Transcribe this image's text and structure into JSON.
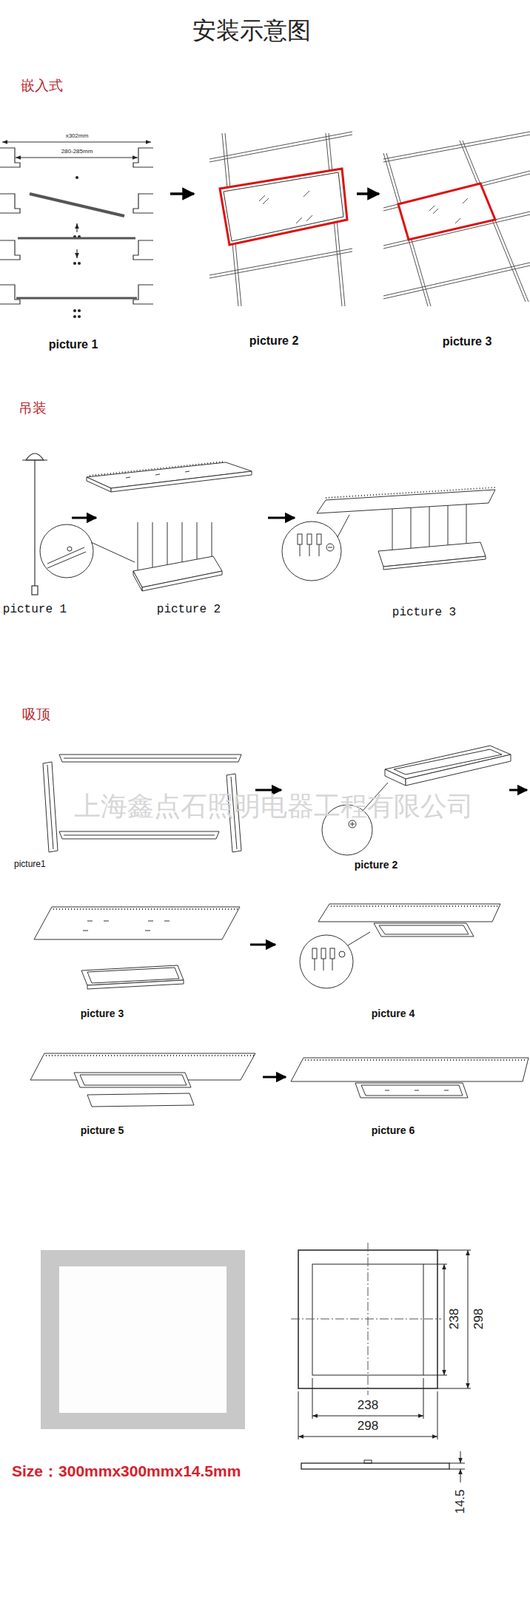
{
  "diagram": {
    "title": "安装示意图",
    "labels": [
      "嵌入式",
      "x302mm",
      "280-285mm",
      "picture 1",
      "picture 2",
      "picture 3",
      "吊装",
      "picture 1",
      "picture 2",
      "picture 3",
      "吸顶",
      "上海鑫点石照明电器工程有限公司",
      "picture1",
      "picture 2",
      "picture 3",
      "picture 4",
      "picture 5",
      "picture 6",
      "Size：300mmx300mmx14.5mm",
      "298",
      "238",
      "238",
      "298",
      "14.5"
    ]
  }
}
